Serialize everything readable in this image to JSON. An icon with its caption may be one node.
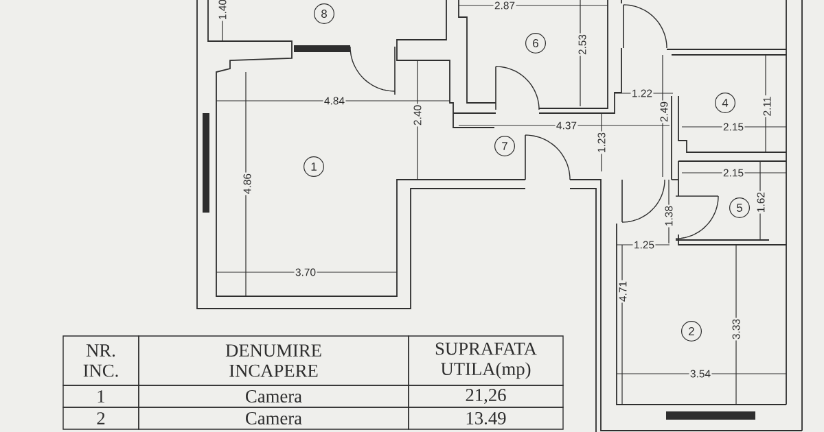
{
  "diagram": {
    "nodes": [
      {
        "text": [
          "8"
        ]
      },
      {
        "text": [
          "6"
        ]
      },
      {
        "text": [
          "4"
        ]
      },
      {
        "text": [
          "7"
        ]
      },
      {
        "text": [
          "1"
        ]
      },
      {
        "text": [
          "5"
        ]
      },
      {
        "text": [
          "2"
        ]
      }
    ],
    "labels": [
      "1.40",
      "2.87",
      "2.53",
      "4.84",
      "2.40",
      "1.22",
      "2.49",
      "2.11",
      "4.37",
      "2.15",
      "1.23",
      "4.86",
      "2.15",
      "1.38",
      "1.62",
      "1.25",
      "3.70",
      "4.71",
      "3.33",
      "3.54",
      "NR. INC.",
      "DENUMIRE INCAPERE",
      "SUPRAFATA UTILA(mp)",
      "1",
      "Camera",
      "21,26",
      "2",
      "Camera",
      "13.49"
    ]
  }
}
